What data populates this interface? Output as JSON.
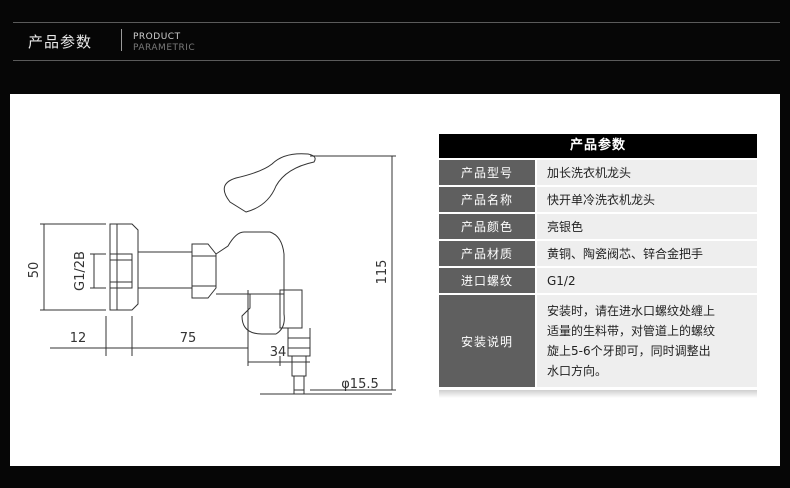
{
  "header": {
    "title_cn": "产品参数",
    "title_en_1": "PRODUCT",
    "title_en_2": "PARAMETRIC"
  },
  "drawing": {
    "dimensions": {
      "height_50": "50",
      "thread_g12b": "G1/2B",
      "length_12": "12",
      "length_75": "75",
      "length_34": "34",
      "height_115": "115",
      "diameter": "φ15.5"
    }
  },
  "spec_table": {
    "title": "产品参数",
    "rows": [
      {
        "key": "产品型号",
        "value": "加长洗衣机龙头"
      },
      {
        "key": "产品名称",
        "value": "快开单冷洗衣机龙头"
      },
      {
        "key": "产品颜色",
        "value": "亮银色"
      },
      {
        "key": "产品材质",
        "value": "黄铜、陶瓷阀芯、锌合金把手"
      },
      {
        "key": "进口螺纹",
        "value": "G1/2"
      },
      {
        "key": "安装说明",
        "value_lines": [
          "安装时，请在进水口螺纹处缠上",
          "适量的生料带，对管道上的螺纹",
          "旋上5-6个牙即可，同时调整出",
          "水口方向。"
        ]
      }
    ]
  },
  "colors": {
    "background": "#060606",
    "panel": "#ffffff",
    "key_cell": "#5f5f5f",
    "value_cell": "#eeeeee",
    "title_bar": "#000000"
  }
}
